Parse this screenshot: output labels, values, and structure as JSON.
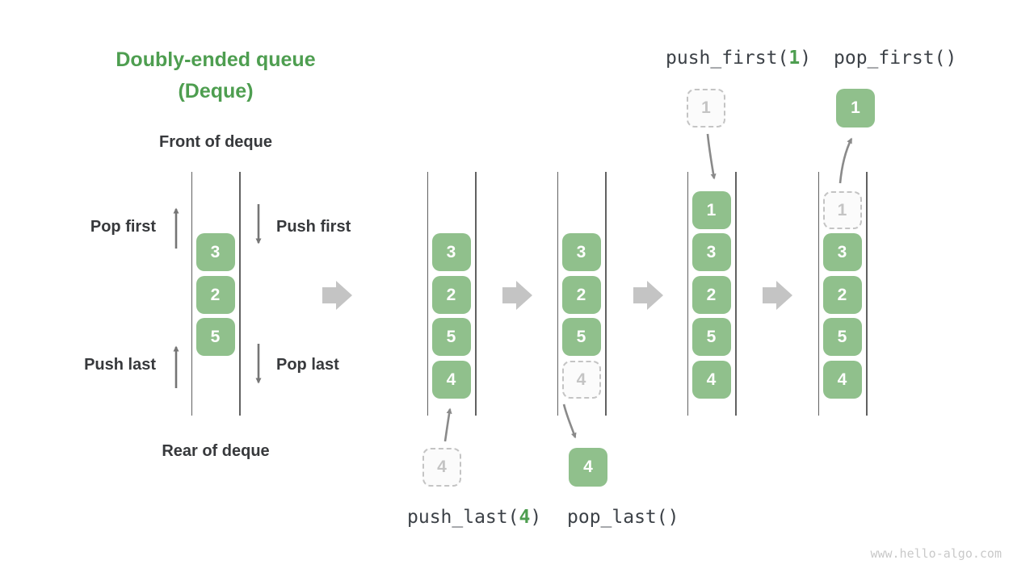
{
  "title": {
    "line1": "Doubly-ended queue",
    "line2": "(Deque)"
  },
  "colors": {
    "title_green": "#4E9E50",
    "box_green": "#90C08C",
    "ghost_gray": "#C4C4C4",
    "code_arg_green": "#4E9E50",
    "big_arrow_gray": "#C4C4C4",
    "small_arrow_gray": "#757575"
  },
  "deque_labels": {
    "front": "Front of deque",
    "rear": "Rear of deque"
  },
  "action_labels": {
    "pop_first": "Pop first",
    "push_first": "Push first",
    "push_last": "Push last",
    "pop_last": "Pop last"
  },
  "operations": {
    "push_first": {
      "prefix": "push_first(",
      "arg": "1",
      "suffix": ")"
    },
    "pop_first": {
      "text": "pop_first()"
    },
    "push_last": {
      "prefix": "push_last(",
      "arg": "4",
      "suffix": ")"
    },
    "pop_last": {
      "text": "pop_last()"
    }
  },
  "queues": [
    {
      "cells": [
        {
          "value": "3",
          "style": "solid"
        },
        {
          "value": "2",
          "style": "solid"
        },
        {
          "value": "5",
          "style": "solid"
        }
      ]
    },
    {
      "cells": [
        {
          "value": "3",
          "style": "solid"
        },
        {
          "value": "2",
          "style": "solid"
        },
        {
          "value": "5",
          "style": "solid"
        },
        {
          "value": "4",
          "style": "solid"
        }
      ]
    },
    {
      "cells": [
        {
          "value": "3",
          "style": "solid"
        },
        {
          "value": "2",
          "style": "solid"
        },
        {
          "value": "5",
          "style": "solid"
        },
        {
          "value": "4",
          "style": "ghost"
        }
      ]
    },
    {
      "cells": [
        {
          "value": "1",
          "style": "solid"
        },
        {
          "value": "3",
          "style": "solid"
        },
        {
          "value": "2",
          "style": "solid"
        },
        {
          "value": "5",
          "style": "solid"
        },
        {
          "value": "4",
          "style": "solid"
        }
      ]
    },
    {
      "cells": [
        {
          "value": "1",
          "style": "ghost"
        },
        {
          "value": "3",
          "style": "solid"
        },
        {
          "value": "2",
          "style": "solid"
        },
        {
          "value": "5",
          "style": "solid"
        },
        {
          "value": "4",
          "style": "solid"
        }
      ]
    }
  ],
  "floating": {
    "push_last_in": {
      "value": "4",
      "style": "ghost"
    },
    "pop_last_out": {
      "value": "4",
      "style": "solid"
    },
    "push_first_in": {
      "value": "1",
      "style": "ghost"
    },
    "pop_first_out": {
      "value": "1",
      "style": "solid"
    }
  },
  "watermark": "www.hello-algo.com"
}
